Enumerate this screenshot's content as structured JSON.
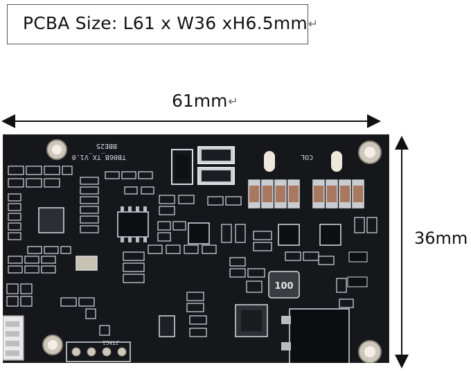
{
  "header": {
    "size_text": "PCBA Size: L61 x W36 xH6.5mm",
    "return_mark": "↵"
  },
  "dimensions": {
    "width_label": "61mm",
    "height_label": "36mm"
  },
  "board": {
    "silkscreen_model": "TB06B_TX_V1.0",
    "silkscreen_code": "BBE25",
    "silkscreen_col": "COL",
    "inductor_marking": "100",
    "connector_label": "JTAG1",
    "colors": {
      "pcb": "#16171b",
      "silkscreen": "#d8dde3",
      "pad": "#b9bcc0",
      "capacitor": "#a87861"
    }
  }
}
